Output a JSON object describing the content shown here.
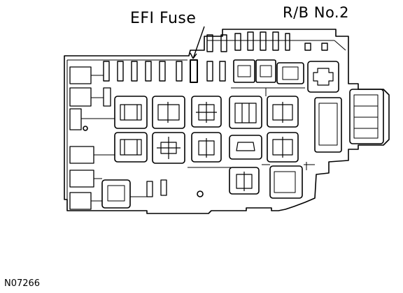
{
  "labels": {
    "efi_fuse": "EFI Fuse",
    "relay_block": "R/B No.2",
    "figure_code": "N07266"
  },
  "colors": {
    "line": "#000000",
    "background": "#ffffff"
  }
}
